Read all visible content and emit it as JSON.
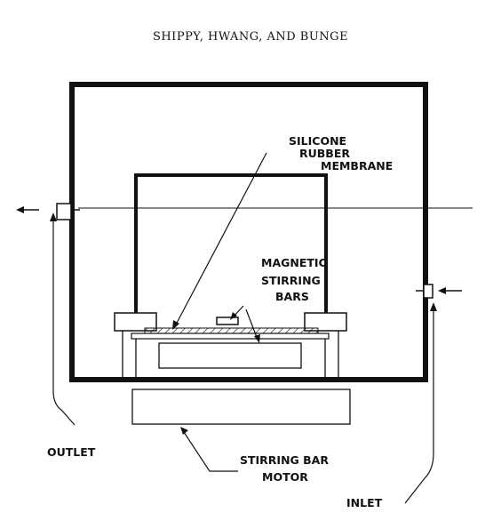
{
  "header": {
    "running_head": "SHIPPY, HWANG, AND BUNGE"
  },
  "labels": {
    "membrane_line1": "SILICONE",
    "membrane_line2": "RUBBER",
    "membrane_line3": "MEMBRANE",
    "stirring_line1": "MAGNETIC",
    "stirring_line2": "STIRRING",
    "stirring_line3": "BARS",
    "outlet": "OUTLET",
    "inlet": "INLET",
    "motor_line1": "STIRRING BAR",
    "motor_line2": "MOTOR"
  },
  "colors": {
    "ink": "#111111",
    "paper": "#ffffff"
  }
}
